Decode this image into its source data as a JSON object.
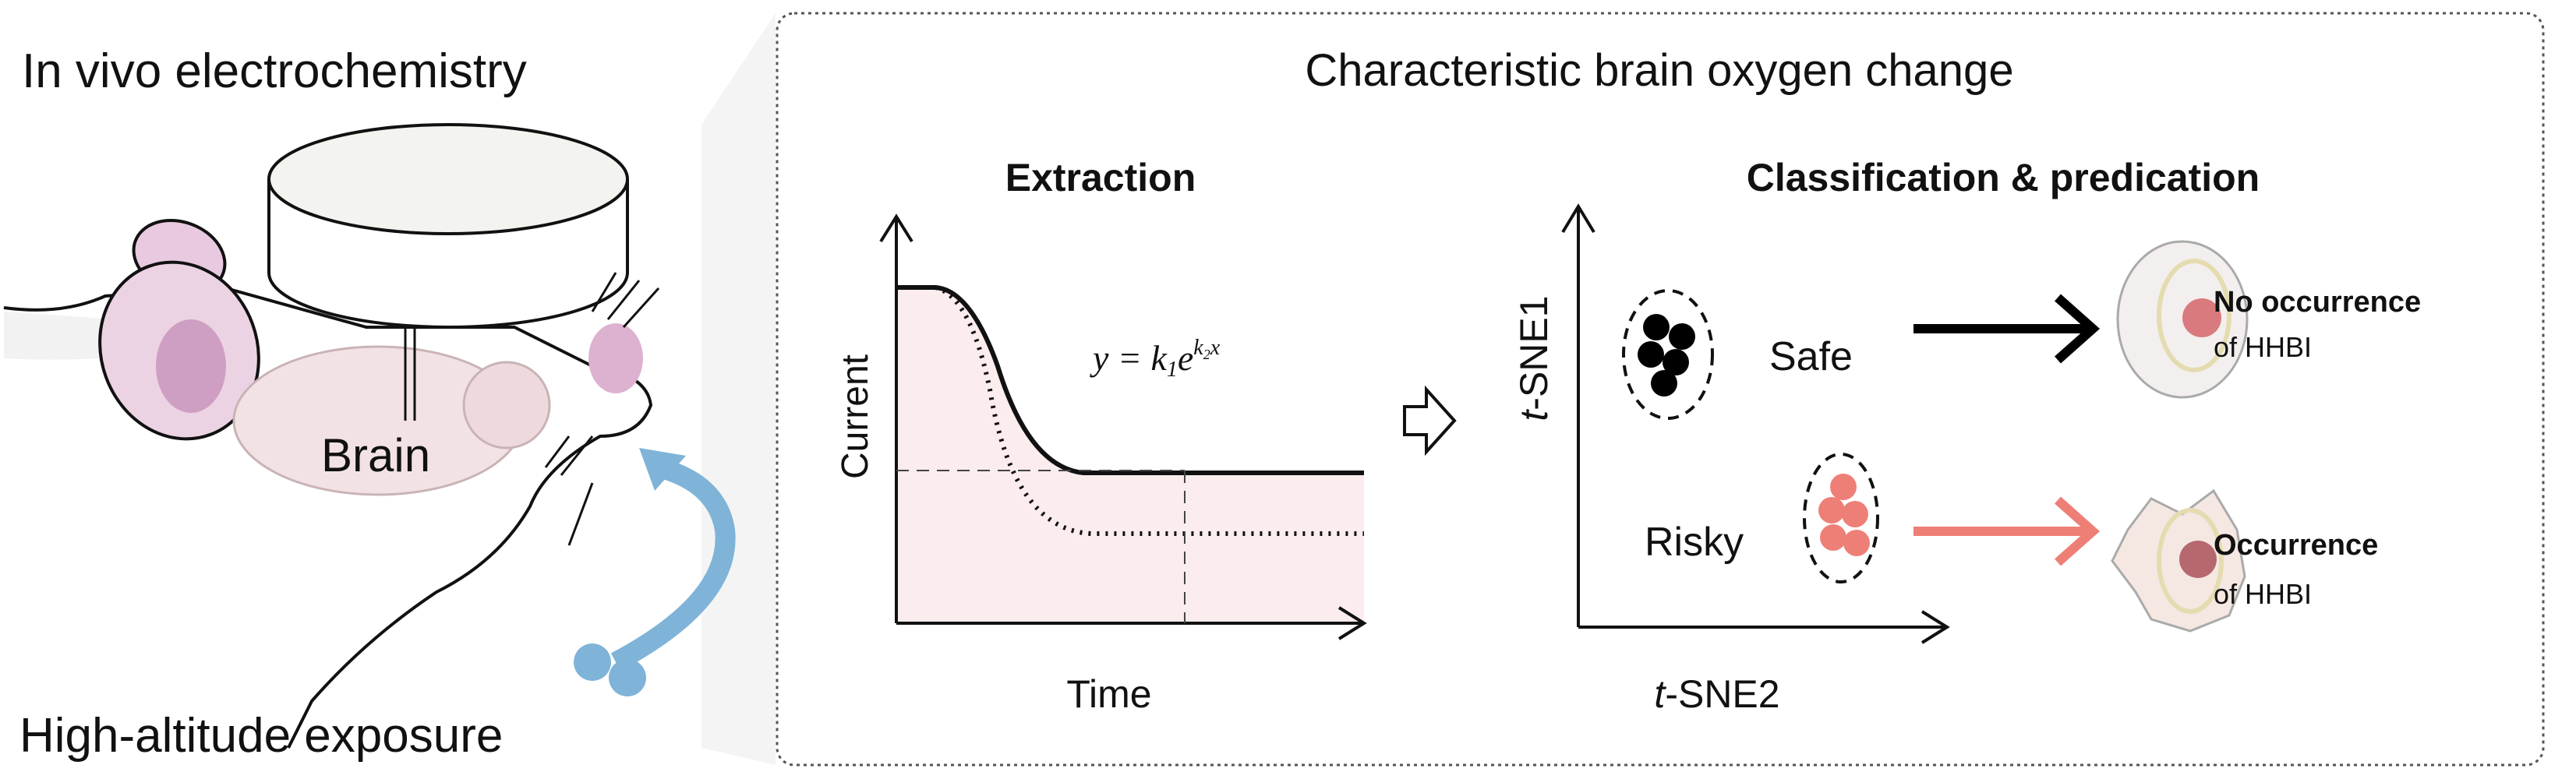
{
  "left": {
    "top_label": "In vivo electrochemistry",
    "brain_label": "Brain",
    "bottom_label": "High-altitude exposure"
  },
  "panel": {
    "title": "Characteristic brain oxygen change",
    "extraction": {
      "heading": "Extraction",
      "equation_y": "y = k",
      "equation_sub1": "1",
      "equation_e": "e",
      "equation_exp": "k",
      "equation_exp_sub": "2",
      "equation_x": "x",
      "ylabel": "Current",
      "xlabel": "Time"
    },
    "classification": {
      "heading": "Classification & predication",
      "ylabel_italic": "t",
      "ylabel_rest": "-SNE1",
      "xlabel_italic": "t",
      "xlabel_rest": "-SNE2",
      "safe_label": "Safe",
      "risky_label": "Risky",
      "safe_outcome_line1": "No occurrence",
      "safe_outcome_line2": "of HHBI",
      "risky_outcome_line1": "Occurrence",
      "risky_outcome_line2": "of HHBI"
    }
  },
  "colors": {
    "risky": "#ee7f77",
    "oxygen_blue": "#7fb4d8",
    "pink_fill": "#fbeced",
    "ear_pink": "#d9afcf"
  }
}
